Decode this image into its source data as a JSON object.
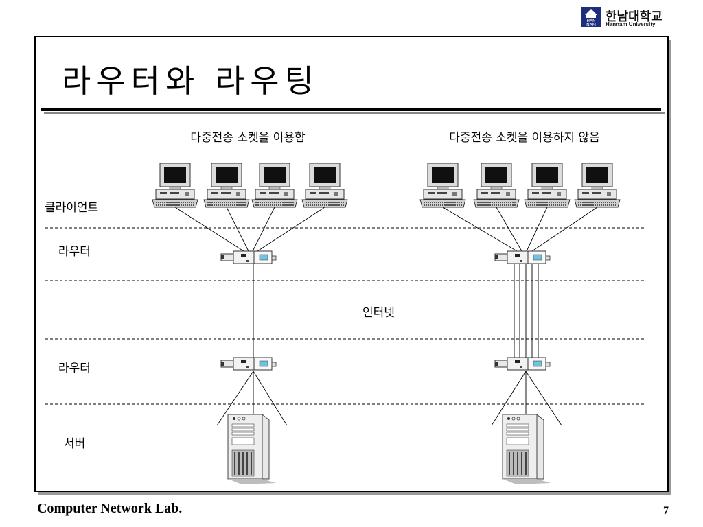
{
  "logo": {
    "name_ko": "한남대학교",
    "name_en": "Hannam University",
    "mark_text": "HAN NAM"
  },
  "slide": {
    "title": "라우터와 라우팅",
    "page_number": "7",
    "footer": "Computer Network Lab."
  },
  "diagram": {
    "left_heading": "다중전송 소켓을 이용함",
    "right_heading": "다중전송 소켓을 이용하지 않음",
    "row_labels": {
      "client": "클라이언트",
      "router_top": "라우터",
      "internet": "인터넷",
      "router_bottom": "라우터",
      "server": "서버"
    }
  },
  "colors": {
    "brand": "#1d2f7c",
    "frame": "#000000",
    "shadow": "#9a9a9a",
    "device_body": "#e0e0e0",
    "screen": "#101010"
  }
}
